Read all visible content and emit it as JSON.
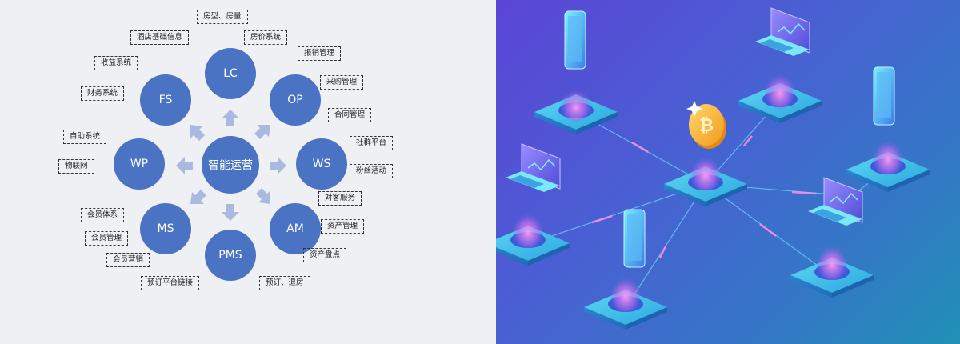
{
  "diagram": {
    "center_label": "智能运营",
    "nodes": [
      {
        "id": "lc",
        "label": "LC"
      },
      {
        "id": "op",
        "label": "OP"
      },
      {
        "id": "ws",
        "label": "WS"
      },
      {
        "id": "am",
        "label": "AM"
      },
      {
        "id": "pms",
        "label": "PMS"
      },
      {
        "id": "ms",
        "label": "MS"
      },
      {
        "id": "wp",
        "label": "WP"
      },
      {
        "id": "fs",
        "label": "FS"
      }
    ],
    "tags": [
      "房型、房量",
      "房价系统",
      "酒店基础信息",
      "收益系统",
      "报销管理",
      "采购管理",
      "合同管理",
      "财务系统",
      "自助系统",
      "物联网",
      "社群平台",
      "粉丝活动",
      "对客服务",
      "资产管理",
      "资产盘点",
      "会员体系",
      "会员管理",
      "会员营销",
      "预订平台链接",
      "预订、退房"
    ]
  },
  "colors": {
    "node_fill": "#4b73c4",
    "arrow_fill": "#a9b9e0",
    "panel_gradient_start": "#5b45d6",
    "panel_gradient_end": "#1f91b5"
  },
  "illustration": {
    "icons": [
      "smartphone-icon",
      "laptop-icon",
      "bitcoin-coin-icon",
      "hologram-platform-icon"
    ]
  }
}
